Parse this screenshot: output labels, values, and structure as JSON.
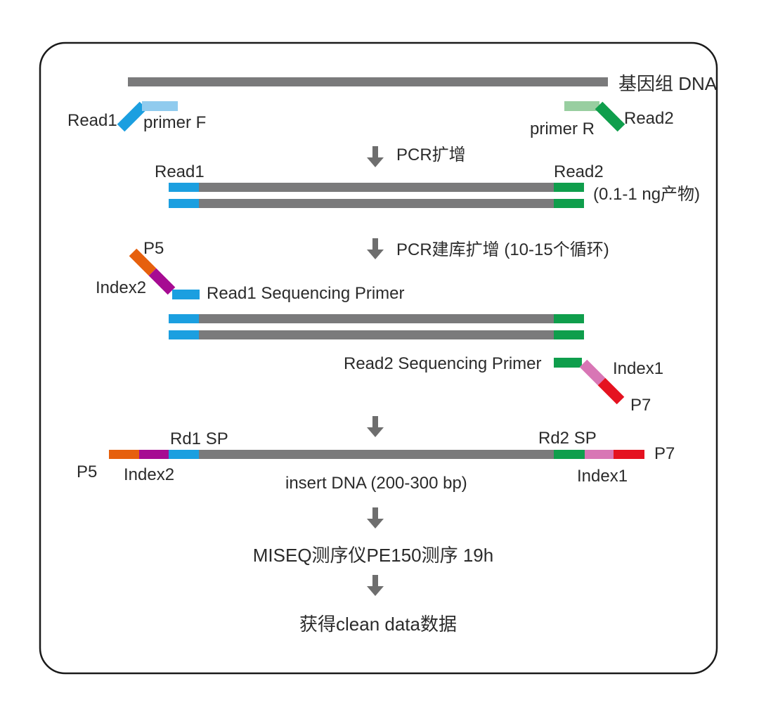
{
  "diagram": {
    "labels": {
      "genomic_dna": "基因组 DNA",
      "read1": "Read1",
      "read2": "Read2",
      "primer_f": "primer F",
      "primer_r": "primer R",
      "step_pcr": "PCR扩增",
      "pcr_product": "(0.1-1 ng产物)",
      "step_library_pcr": "PCR建库扩增 (10-15个循环)",
      "p5": "P5",
      "index2": "Index2",
      "read1_seq_primer": "Read1 Sequencing Primer",
      "read2_seq_primer": "Read2 Sequencing Primer",
      "index1": "Index1",
      "p7": "P7",
      "rd1_sp": "Rd1 SP",
      "rd2_sp": "Rd2 SP",
      "insert_dna": "insert DNA (200-300 bp)",
      "step_sequencing": "MISEQ测序仪PE150测序 19h",
      "step_clean_data": "获得clean data数据"
    },
    "colors": {
      "bar_gray": "#7a7a7b",
      "blue": "#1b9fe0",
      "light_blue": "#90cbee",
      "green": "#0f9e4c",
      "light_green": "#98cea0",
      "orange": "#e6600d",
      "purple": "#a60b92",
      "pink": "#d876b5",
      "red": "#e51220",
      "arrow_gray": "#6e6e6e",
      "text": "#2b2b2b",
      "border": "#1a1a1a"
    }
  }
}
